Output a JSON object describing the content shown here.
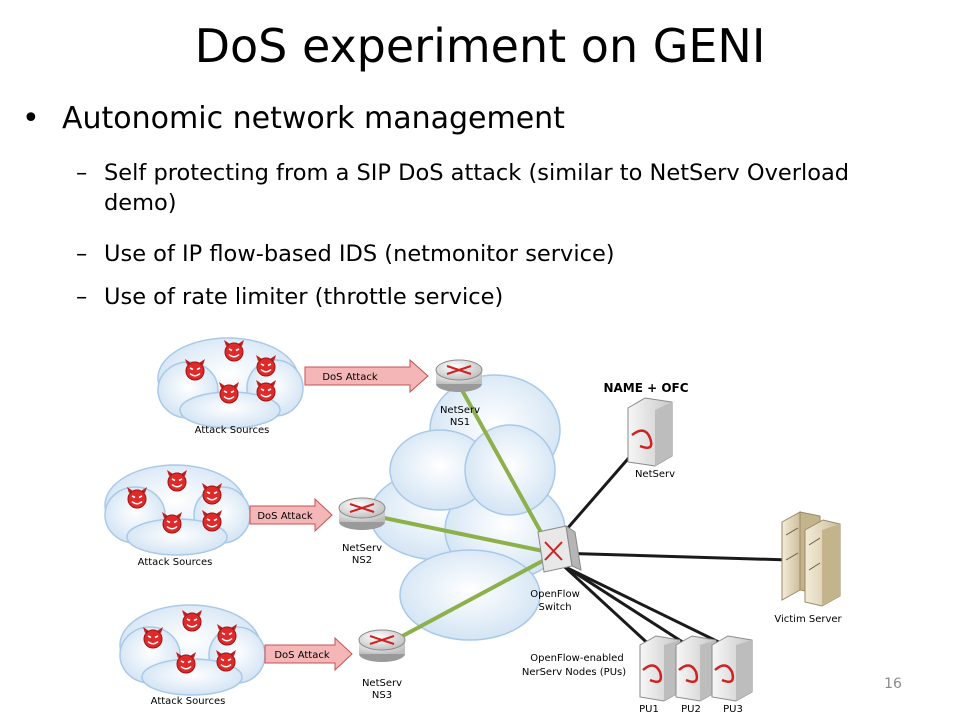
{
  "slide": {
    "title": "DoS experiment on GENI",
    "bullet": "Autonomic network management",
    "subbullets": [
      "Self protecting from a SIP DoS attack (similar to NetServ Overload demo)",
      "Use of IP flow-based IDS (netmonitor service)",
      "Use of rate limiter (throttle service)"
    ],
    "page_number": "16"
  },
  "diagram": {
    "attack_sources": [
      "Attack Sources",
      "Attack Sources",
      "Attack Sources"
    ],
    "attack_arrows": [
      "DoS Attack",
      "DoS Attack",
      "DoS Attack"
    ],
    "routers": [
      {
        "name": "NetServ",
        "id": "NS1"
      },
      {
        "name": "NetServ",
        "id": "NS2"
      },
      {
        "name": "NetServ",
        "id": "NS3"
      }
    ],
    "switch": {
      "line1": "OpenFlow",
      "line2": "Switch"
    },
    "controller": {
      "heading": "NAME + OFC",
      "label": "NetServ"
    },
    "victim": "Victim Server",
    "pu_caption": {
      "line1": "OpenFlow-enabled",
      "line2": "NerServ Nodes (PUs)"
    },
    "pus": [
      "PU1",
      "PU2",
      "PU3"
    ],
    "colors": {
      "cloud": "#dcebf7",
      "cloud_stroke": "#9dc3e6",
      "devil": "#e02a2a",
      "arrow_fill": "#f4b6b6",
      "arrow_stroke": "#c85050",
      "link_green": "#8db04a",
      "link_black": "#1a1a1a"
    }
  }
}
